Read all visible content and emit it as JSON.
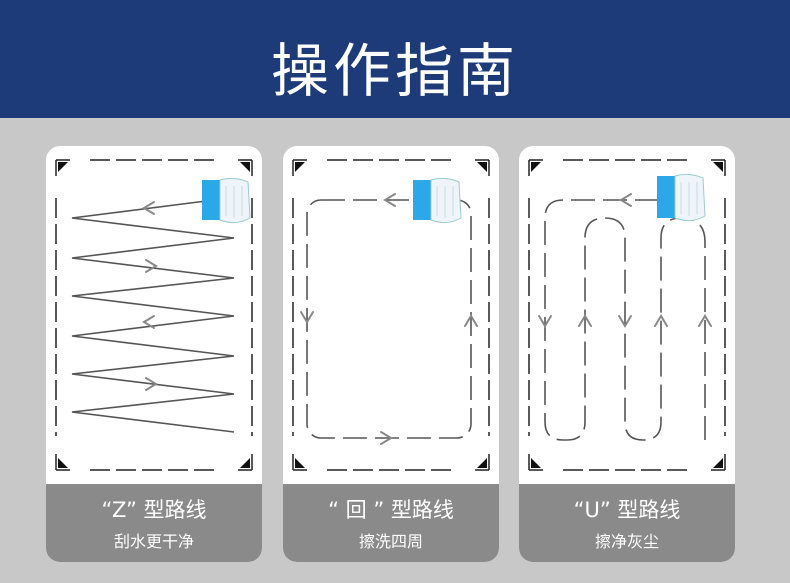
{
  "header": {
    "title": "操作指南"
  },
  "cards": [
    {
      "title": "“Z” 型路线",
      "subtitle": "刮水更干净"
    },
    {
      "title": "“ 回 ” 型路线",
      "subtitle": "擦洗四周"
    },
    {
      "title": "“U” 型路线",
      "subtitle": "擦净灰尘"
    }
  ],
  "colors": {
    "header_bg": "#1d3b78",
    "page_bg": "#c8c8c8",
    "caption_bg": "#8a8a8a",
    "path_line": "#555555",
    "arrow": "#888888",
    "tool_blue": "#2aa8e8"
  },
  "icons": {
    "tool": "window-cleaner-icon",
    "arrow": "direction-arrow-icon",
    "corner": "corner-marker-icon"
  }
}
